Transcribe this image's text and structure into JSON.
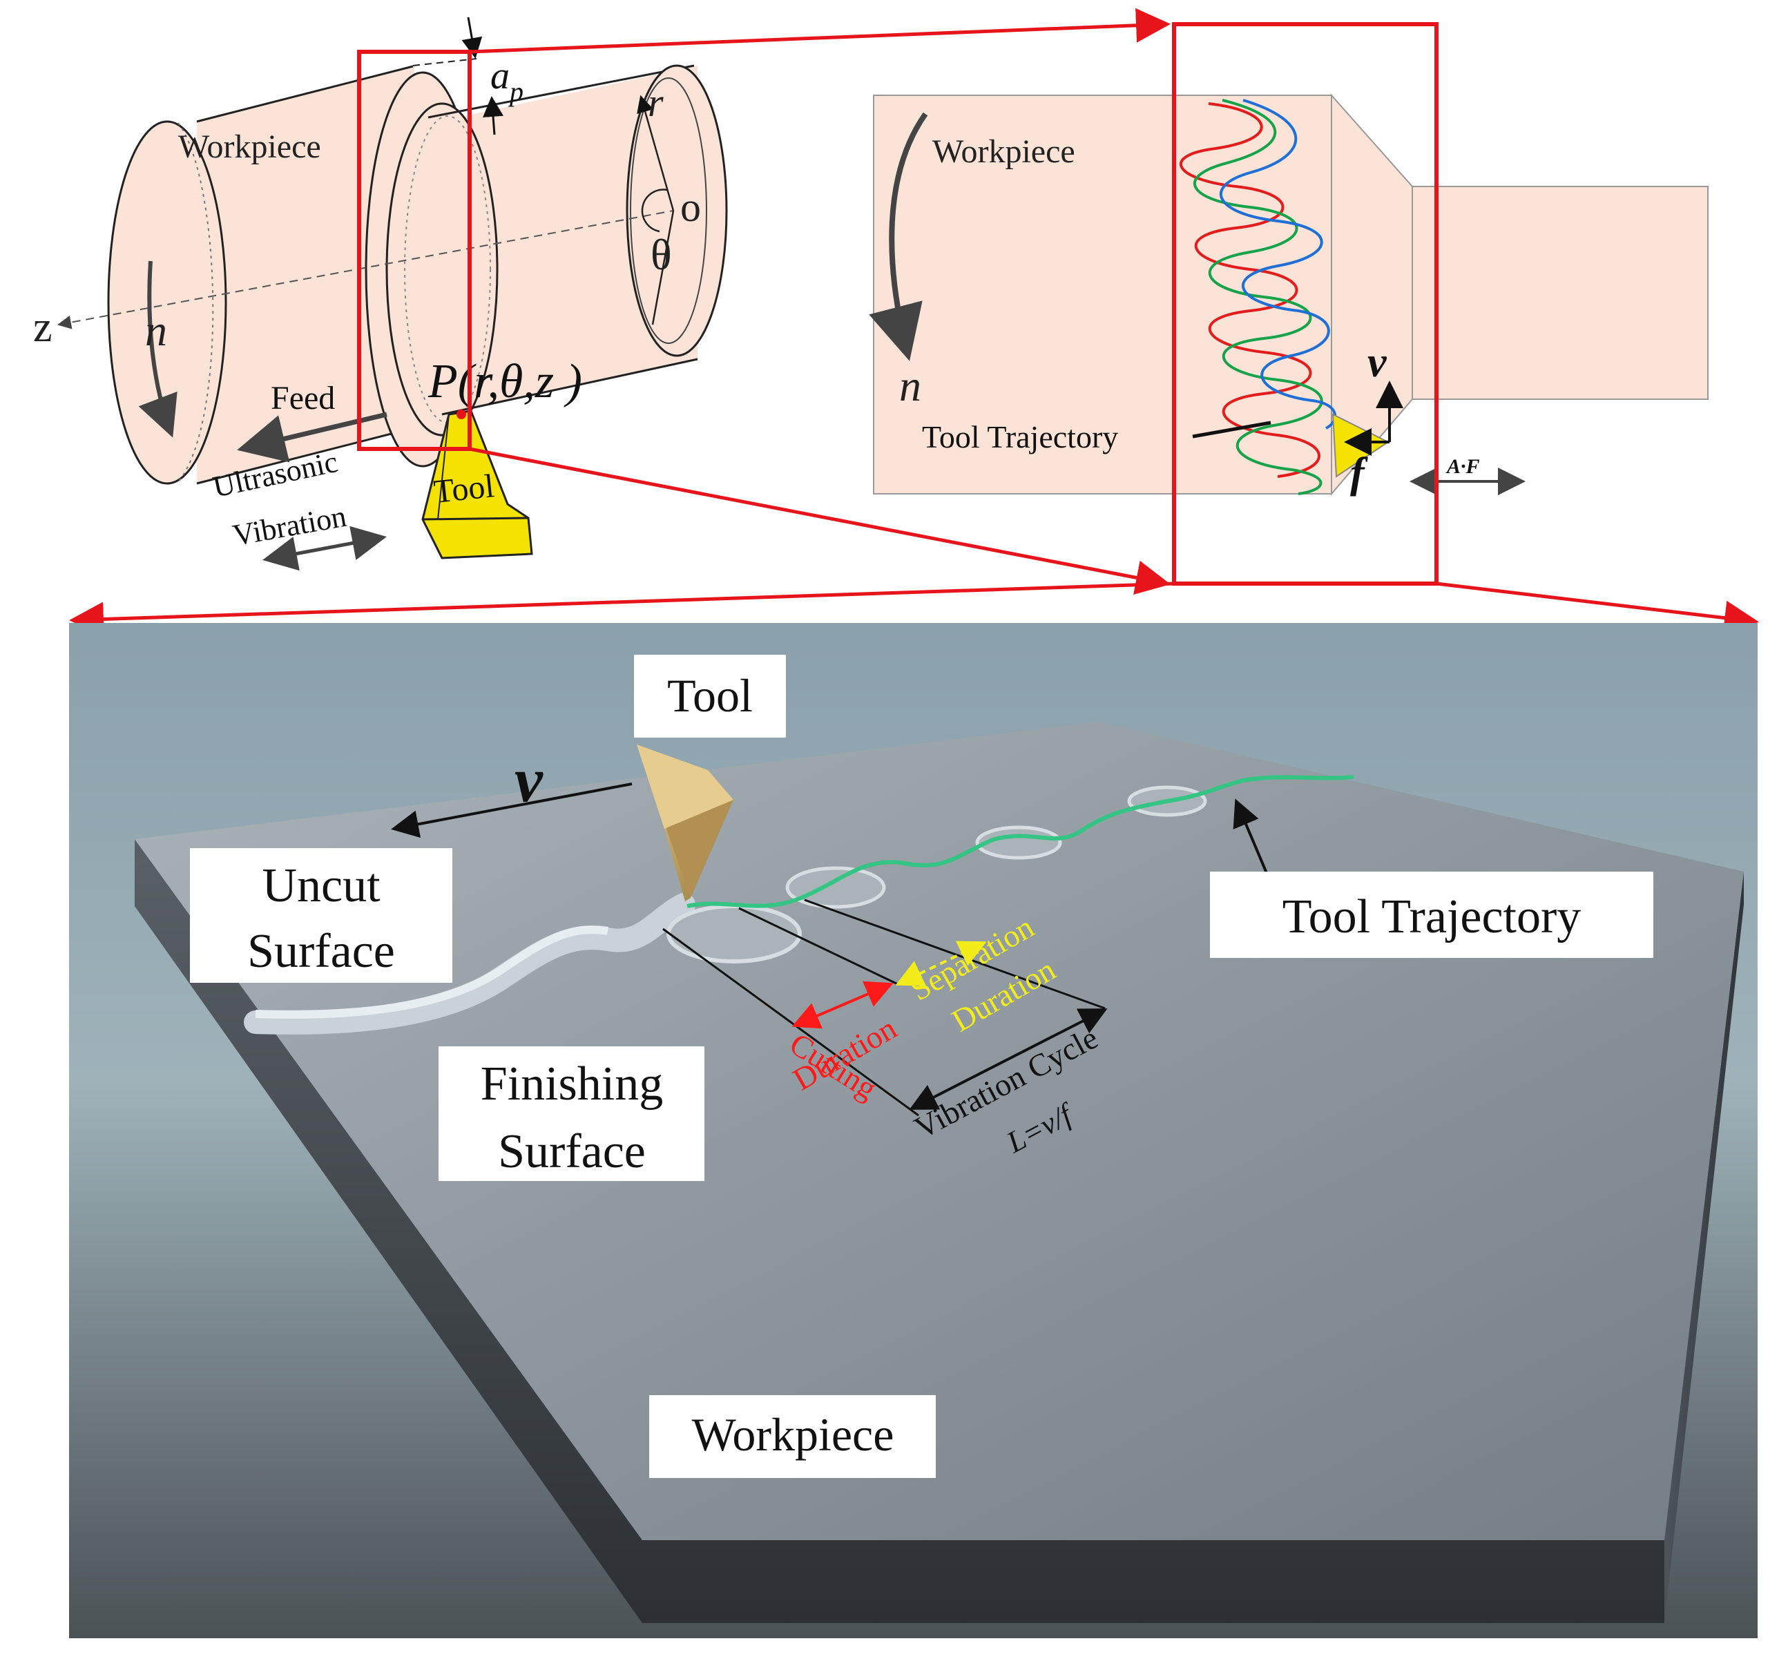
{
  "colors": {
    "frame_red": "#e8141b",
    "workpiece_fill": "#fbe3d8",
    "tool_yellow": "#f4e300",
    "traj_red": "#e41c1c",
    "traj_green": "#17a34a",
    "traj_blue": "#1e6fd6",
    "cutting_red": "#ff1a1a",
    "separation_yellow": "#f2ec1a",
    "plate_top": "#8f99a0",
    "plate_side": "#3c4247"
  },
  "turning_view": {
    "workpiece_label": "Workpiece",
    "depth_label": "a",
    "depth_sub": "p",
    "radius_label": "r",
    "origin_label": "o",
    "angle_label": "θ",
    "axis_label": "z",
    "speed_label": "n",
    "point_label": "P(r,θ,z )",
    "feed_label": "Feed",
    "vibration_line1": "Ultrasonic",
    "vibration_line2": "Vibration",
    "tool_label": "Tool"
  },
  "top_view": {
    "workpiece_label": "Workpiece",
    "speed_label": "n",
    "trajectory_label": "Tool Trajectory",
    "velocity_label": "v",
    "frequency_label": "f",
    "amplitude_label": "A·F"
  },
  "detail_view": {
    "tool_label": "Tool",
    "velocity_label": "v",
    "uncut_line1": "Uncut",
    "uncut_line2": "Surface",
    "trajectory_label": "Tool Trajectory",
    "finishing_line1": "Finishing",
    "finishing_line2": "Surface",
    "workpiece_label": "Workpiece",
    "cutting_line1": "Cutting",
    "cutting_line2": "Duration",
    "separation_line1": "Separation",
    "separation_line2": "Duration",
    "cycle_label": "Vibration Cycle",
    "cycle_formula": "L=v/f"
  }
}
